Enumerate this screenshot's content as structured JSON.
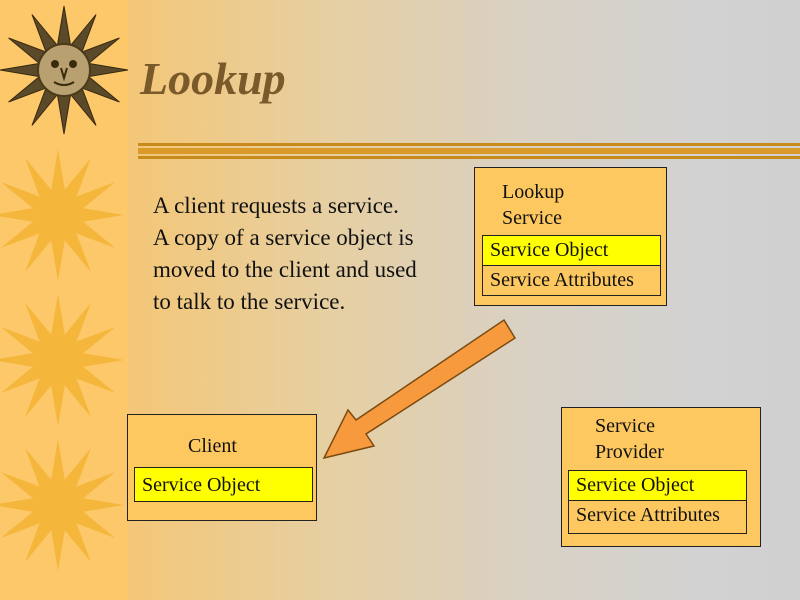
{
  "slide": {
    "title": "Lookup",
    "body_lines": [
      "A client requests a service.",
      "A copy of a service object is",
      "moved to the client and used",
      "to talk to the service."
    ]
  },
  "diagram": {
    "lookup_service": {
      "label_line1": "Lookup",
      "label_line2": "Service",
      "field1": "Service Object",
      "field2": "Service Attributes"
    },
    "client": {
      "label": "Client",
      "field1": "Service Object"
    },
    "service_provider": {
      "label_line1": "Service",
      "label_line2": "Provider",
      "field1": "Service Object",
      "field2": "Service Attributes"
    }
  },
  "colors": {
    "sidebar": "#fcc86a",
    "box_fill": "#fdc85f",
    "field_highlight": "#ffff00",
    "arrow_fill": "#f79a3e",
    "title_color": "#7a5a2a"
  },
  "icons": [
    "sun-face-icon",
    "sun-icon",
    "sun-icon",
    "sun-icon"
  ]
}
